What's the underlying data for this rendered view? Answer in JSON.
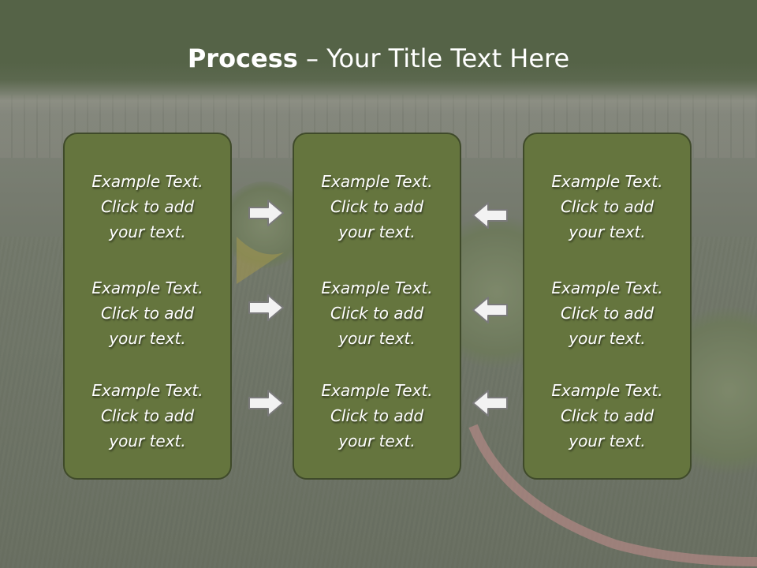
{
  "title": {
    "bold": "Process",
    "separator": " – ",
    "rest": "Your Title Text Here"
  },
  "columns": [
    {
      "items": [
        {
          "line1": "Example Text.",
          "line2": "Click  to add",
          "line3": "your text."
        },
        {
          "line1": "Example Text.",
          "line2": "Click  to add",
          "line3": "your text."
        },
        {
          "line1": "Example Text.",
          "line2": "Click  to add",
          "line3": "your text."
        }
      ]
    },
    {
      "items": [
        {
          "line1": "Example Text.",
          "line2": "Click  to add",
          "line3": "your text."
        },
        {
          "line1": "Example Text.",
          "line2": "Click  to add",
          "line3": "your text."
        },
        {
          "line1": "Example Text.",
          "line2": "Click  to add",
          "line3": "your text."
        }
      ]
    },
    {
      "items": [
        {
          "line1": "Example Text.",
          "line2": "Click  to add",
          "line3": "your text."
        },
        {
          "line1": "Example Text.",
          "line2": "Click  to add",
          "line3": "your text."
        },
        {
          "line1": "Example Text.",
          "line2": "Click  to add",
          "line3": "your text."
        }
      ]
    }
  ],
  "arrows": {
    "left_group": "right-arrow-icon",
    "right_group": "left-arrow-icon"
  },
  "colors": {
    "header": "#556347",
    "panel": "#65753e",
    "panel_border": "#3f4a2a",
    "text": "#ffffff",
    "arrow_fill": "#f2f2f2"
  }
}
